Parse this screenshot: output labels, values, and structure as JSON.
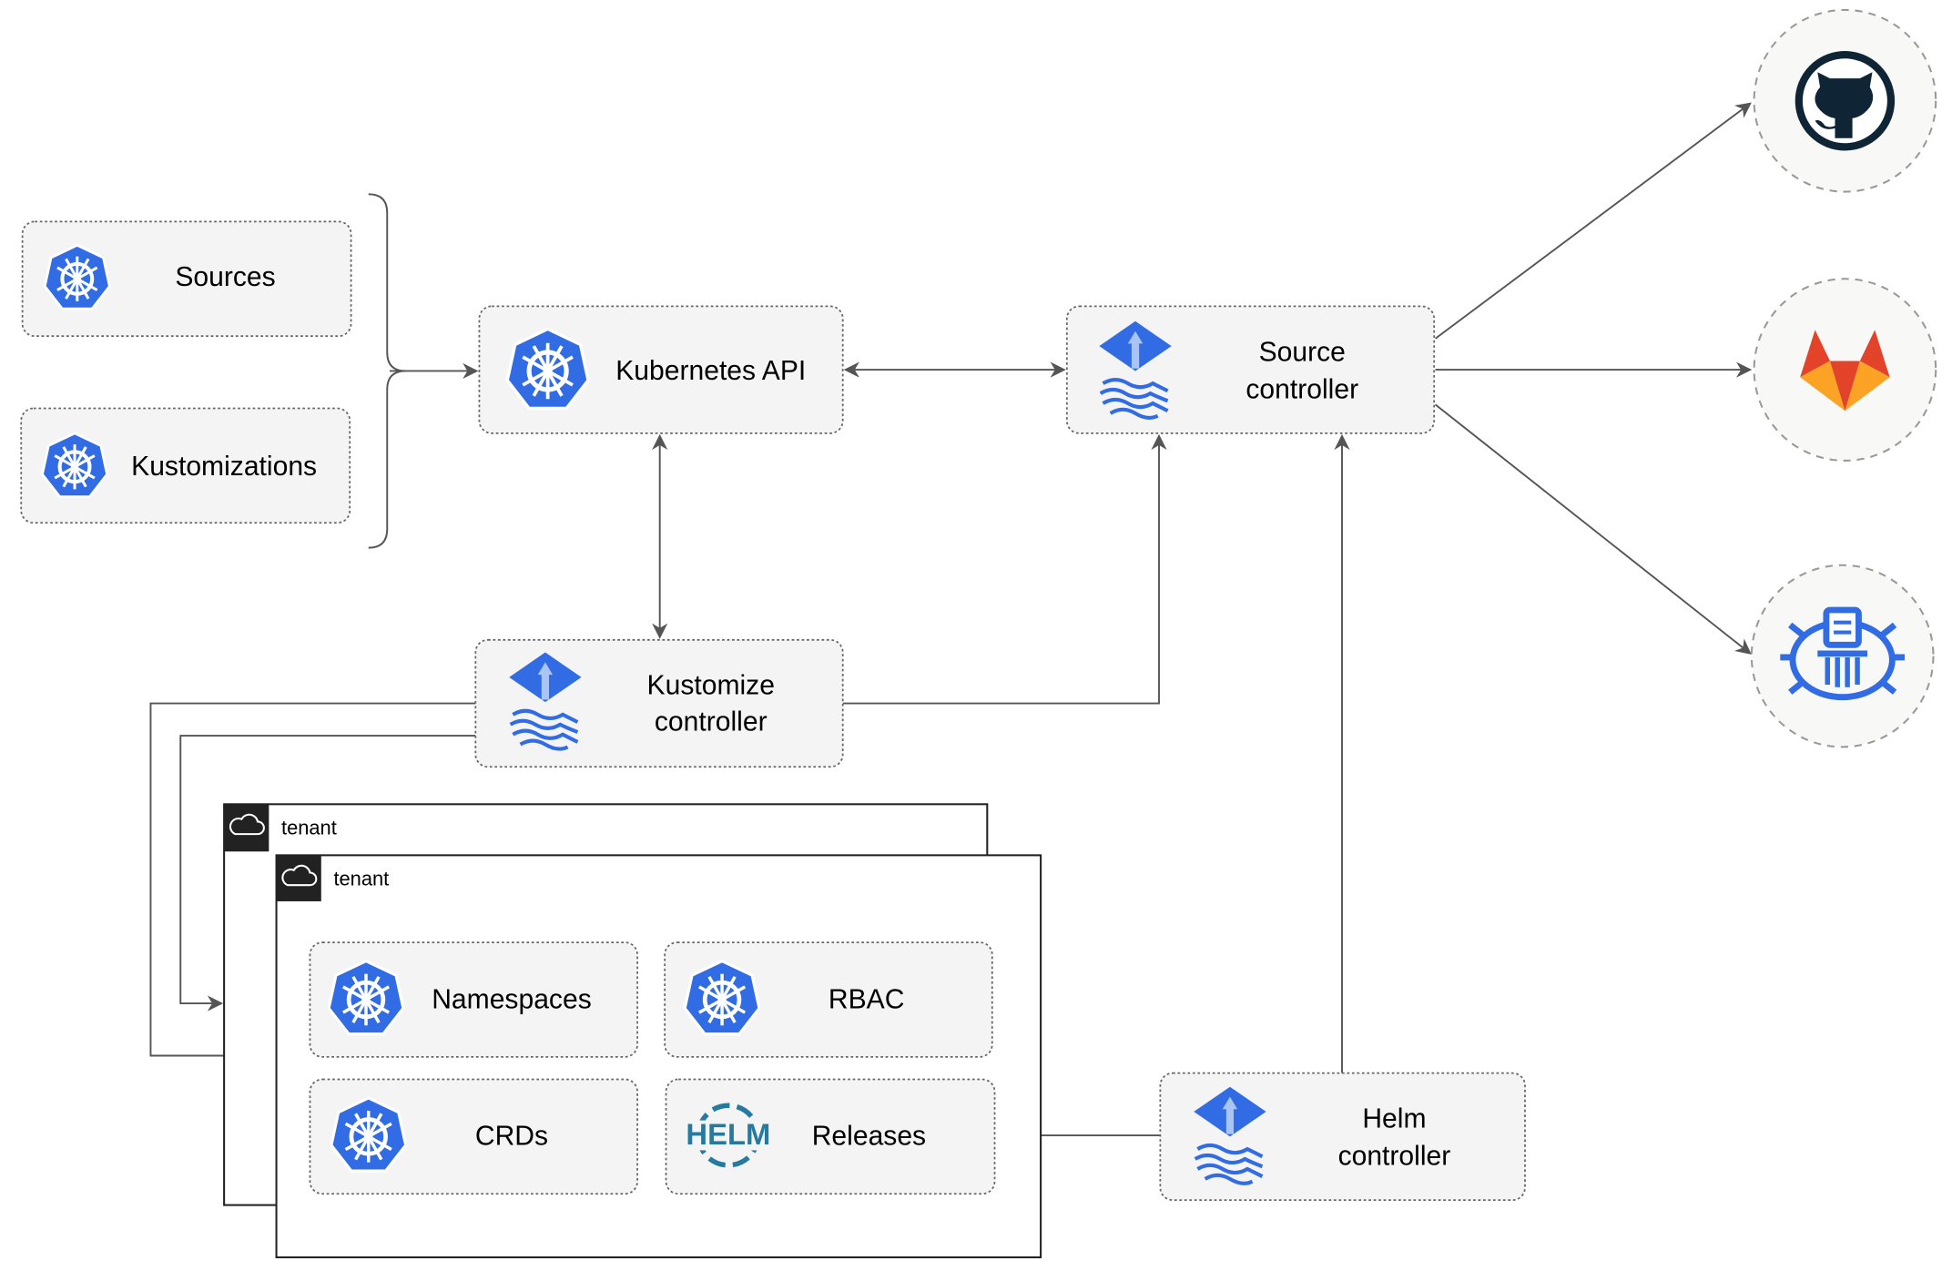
{
  "nodes": {
    "sources": "Sources",
    "kustomizations": "Kustomizations",
    "kubernetes_api": "Kubernetes API",
    "source_controller": [
      "Source",
      "controller"
    ],
    "kustomize_controller": [
      "Kustomize",
      "controller"
    ],
    "helm_controller": [
      "Helm",
      "controller"
    ],
    "namespaces": "Namespaces",
    "rbac": "RBAC",
    "crds": "CRDs",
    "releases": "Releases",
    "helm_logo": "HELM"
  },
  "tenants": [
    "tenant",
    "tenant"
  ],
  "external": [
    "github-icon",
    "gitlab-icon",
    "bucket-icon"
  ],
  "colors": {
    "kubernetes": "#326ce5",
    "gitlab_red": "#e24329",
    "gitlab_orange": "#fca326",
    "github": "#0f2536",
    "helm": "#277a9f"
  }
}
